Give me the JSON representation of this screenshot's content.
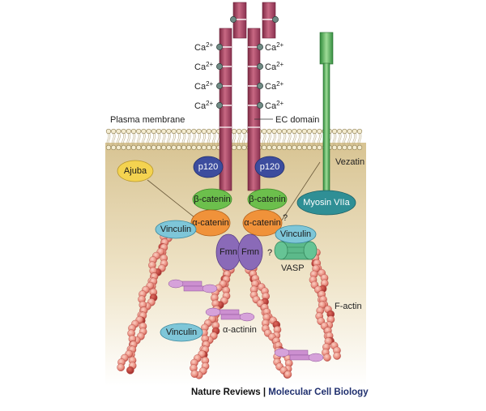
{
  "labels": {
    "ca": "Ca",
    "ca_sup": "2+",
    "plasma_membrane": "Plasma membrane",
    "ec_domain": "EC domain",
    "vezatin": "Vezatin",
    "ajuba": "Ajuba",
    "p120_left": "p120",
    "p120_right": "p120",
    "beta_catenin_left": "β-catenin",
    "beta_catenin_right": "β-catenin",
    "alpha_catenin_left": "α-catenin",
    "alpha_catenin_right": "α-catenin",
    "myosin": "Myosin VIIa",
    "vinculin_left_top": "Vinculin",
    "vinculin_right_top": "Vinculin",
    "vinculin_bottom": "Vinculin",
    "fmn_left": "Fmn",
    "fmn_right": "Fmn",
    "question_1": "?",
    "question_2": "?",
    "vasp": "VASP",
    "f_actin": "F-actin",
    "alpha_actinin": "α-actinin"
  },
  "credit": {
    "journal": "Nature Reviews",
    "separator": " | ",
    "section": "Molecular Cell Biology"
  },
  "colors": {
    "cadherin": "#a8405e",
    "membrane_head": "#efe6c4",
    "cytoplasm_top": "#d9c596",
    "cytoplasm_bottom": "#fbf8ef",
    "p120": "#3a4a9c",
    "beta_catenin": "#6cbf4c",
    "alpha_catenin": "#f0923a",
    "vinculin": "#7ec6d8",
    "ajuba": "#f4d350",
    "fmn": "#8a6ab8",
    "vasp": "#5cb98a",
    "myosin": "#2f8f95",
    "vezatin": "#5aae5e",
    "actin": "#e8847a",
    "actinin": "#cc8fd0"
  }
}
